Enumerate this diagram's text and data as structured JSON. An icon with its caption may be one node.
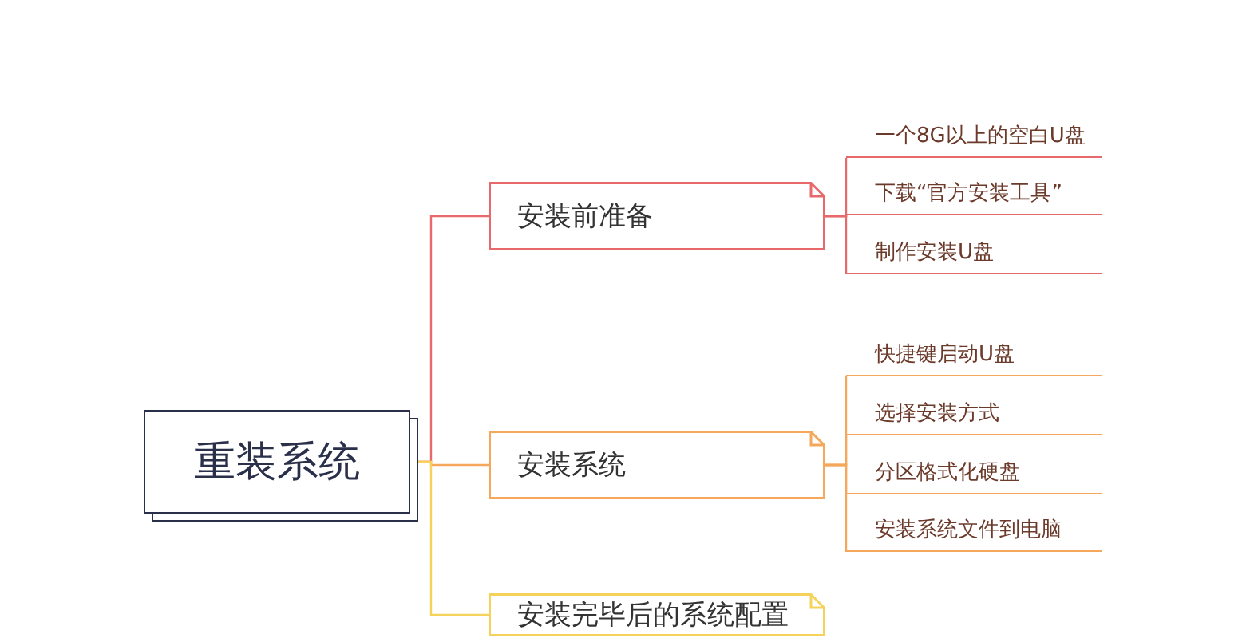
{
  "diagram": {
    "nodes": [
      {
        "text": [
          "重装系统"
        ]
      },
      {
        "text": [
          "安装前准备"
        ]
      },
      {
        "text": [
          "一个8G以上的空白U盘"
        ]
      },
      {
        "text": [
          "下载“官方安装工具”"
        ]
      },
      {
        "text": [
          "制作安装U盘"
        ]
      },
      {
        "text": [
          "安装系统"
        ]
      },
      {
        "text": [
          "快捷键启动U盘"
        ]
      },
      {
        "text": [
          "选择安装方式"
        ]
      },
      {
        "text": [
          "分区格式化硬盘"
        ]
      },
      {
        "text": [
          "安装系统文件到电脑"
        ]
      },
      {
        "text": [
          "安装完毕后的系统配置"
        ]
      }
    ],
    "edges": [
      {
        "from": 0,
        "to": 1,
        "arrow": "none",
        "color": "#e8696b"
      },
      {
        "from": 0,
        "to": 5,
        "arrow": "none",
        "color": "#f5a85c"
      },
      {
        "from": 0,
        "to": 10,
        "arrow": "none",
        "color": "#f5d35a"
      },
      {
        "from": 1,
        "to": 2,
        "arrow": "none",
        "color": "#e8696b"
      },
      {
        "from": 1,
        "to": 3,
        "arrow": "none",
        "color": "#e8696b"
      },
      {
        "from": 1,
        "to": 4,
        "arrow": "none",
        "color": "#e8696b"
      },
      {
        "from": 5,
        "to": 6,
        "arrow": "none",
        "color": "#f5a85c"
      },
      {
        "from": 5,
        "to": 7,
        "arrow": "none",
        "color": "#f5a85c"
      },
      {
        "from": 5,
        "to": 8,
        "arrow": "none",
        "color": "#f5a85c"
      },
      {
        "from": 5,
        "to": 9,
        "arrow": "none",
        "color": "#f5a85c"
      }
    ]
  }
}
